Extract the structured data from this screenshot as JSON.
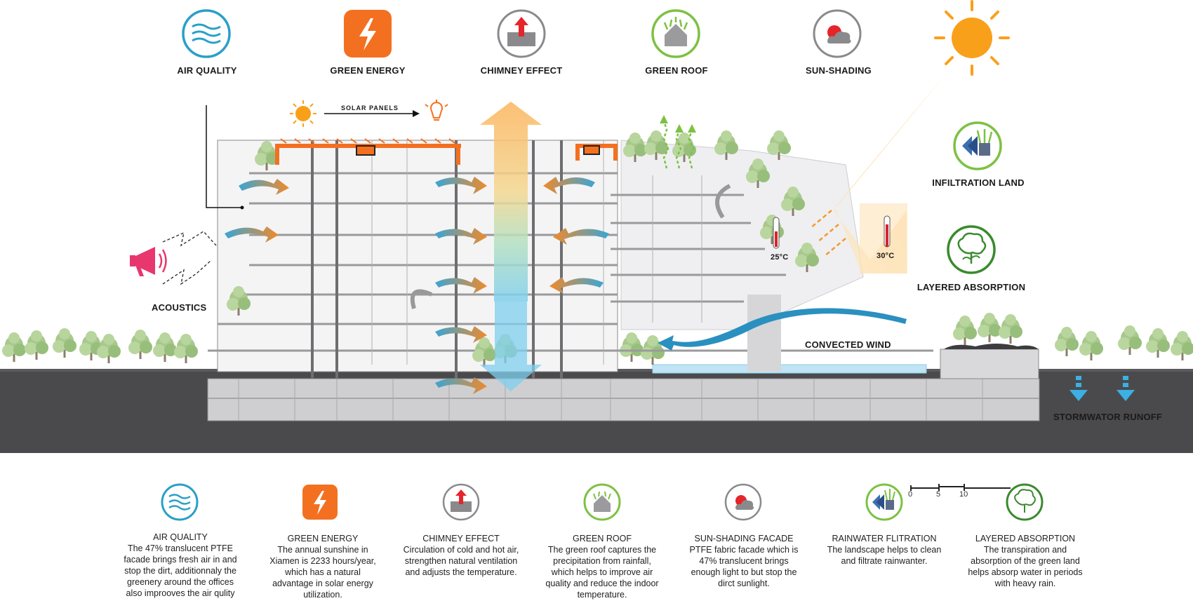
{
  "top_features": [
    {
      "label": "AIR QUALITY",
      "icon": "air-quality-icon"
    },
    {
      "label": "GREEN ENERGY",
      "icon": "lightning-icon"
    },
    {
      "label": "CHIMNEY EFFECT",
      "icon": "chimney-icon"
    },
    {
      "label": "GREEN ROOF",
      "icon": "green-roof-icon"
    },
    {
      "label": "SUN-SHADING",
      "icon": "sun-cloud-icon"
    }
  ],
  "side_features": [
    {
      "label": "INFILTRATION LAND",
      "icon": "infiltration-icon"
    },
    {
      "label": "LAYERED ABSORPTION",
      "icon": "tree-icon"
    }
  ],
  "section_labels": {
    "solar_panels": "SOLAR PANELS",
    "acoustics": "ACOUSTICS",
    "convected_wind": "CONVECTED WIND",
    "stormwater": "STORMWATOR RUNOFF",
    "temp_inside": "25°C",
    "temp_outside": "30°C"
  },
  "legend": [
    {
      "title": "AIR QUALITY",
      "text": "The 47% translucent PTFE facade brings fresh air in and stop the dirt, additionnaly the greenery around the offices also improoves the air qulity",
      "icon": "air-quality-icon"
    },
    {
      "title": "GREEN ENERGY",
      "text": "The annual sunshine in Xiamen is 2233 hours/year, which has a natural advantage in solar energy utilization.",
      "icon": "lightning-icon"
    },
    {
      "title": "CHIMNEY EFFECT",
      "text": "Circulation of cold and hot air, strengthen natural ventilation and adjusts the temperature.",
      "icon": "chimney-icon"
    },
    {
      "title": "GREEN ROOF",
      "text": "The green roof captures the precipitation from rainfall, which helps to improve air quality and reduce the indoor temperature.",
      "icon": "green-roof-icon"
    },
    {
      "title": "SUN-SHADING FACADE",
      "text": "PTFE fabric facade which is 47% translucent brings enough light to but stop the dirct sunlight.",
      "icon": "sun-cloud-icon"
    },
    {
      "title": "RAINWATER FLITRATION",
      "text": "The landscape helps to clean and filtrate rainwanter.",
      "icon": "infiltration-icon"
    },
    {
      "title": "LAYERED ABSORPTION",
      "text": "The transpiration and absorption of the green land helps absorp water in periods with heavy rain.",
      "icon": "tree-icon"
    }
  ],
  "scale_bar": [
    "0",
    "5",
    "10"
  ],
  "colors": {
    "air_blue": "#2a9fc9",
    "energy_orange": "#f37021",
    "chimney_red": "#e5252a",
    "green": "#7dc142",
    "dark_green": "#3a8a2e",
    "ground": "#4a4a4c",
    "sun": "#f9a01b"
  }
}
